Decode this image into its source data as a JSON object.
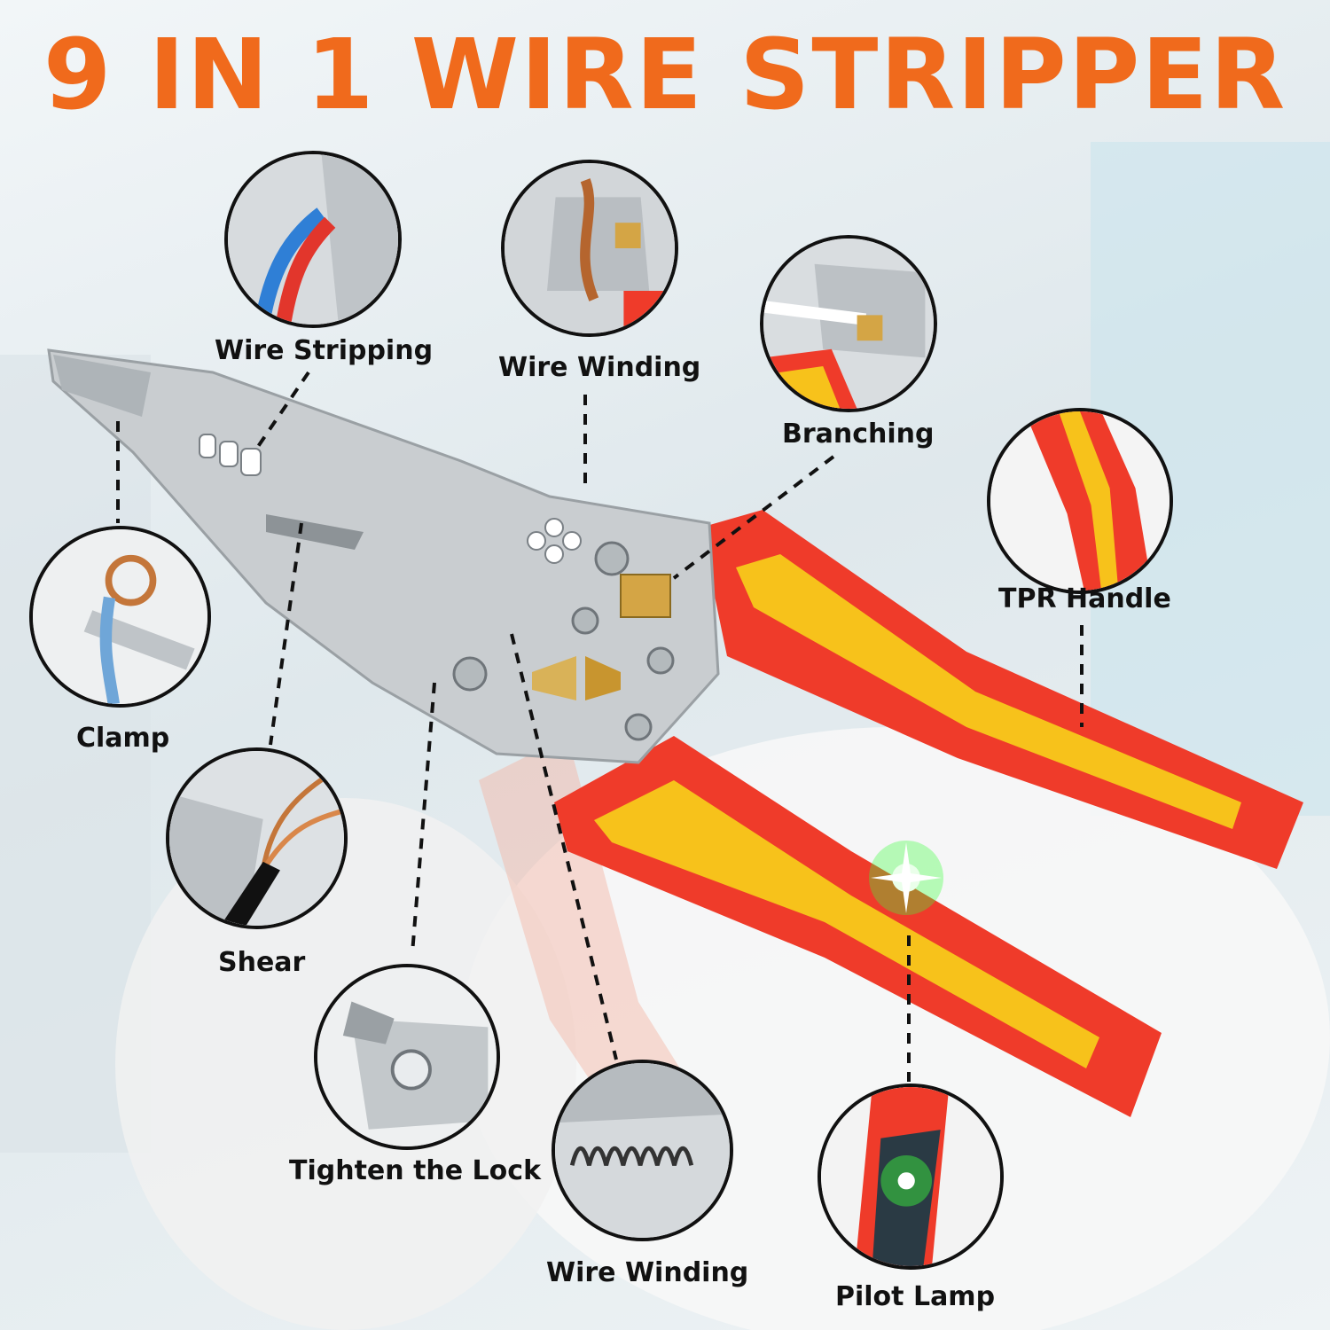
{
  "title": "9 IN 1 WIRE STRIPPER",
  "features": {
    "wire_stripping": "Wire Stripping",
    "wire_winding_top": "Wire Winding",
    "branching": "Branching",
    "tpr_handle": "TPR Handle",
    "clamp": "Clamp",
    "shear": "Shear",
    "tighten_lock": "Tighten the Lock",
    "wire_winding_bottom": "Wire Winding",
    "pilot_lamp": "Pilot Lamp"
  },
  "colors": {
    "title": "#f06a1c",
    "handle_red": "#ef3b2a",
    "handle_yellow": "#f7c21b",
    "lamp_green": "#3cff3c",
    "metal": "#c9cdd0"
  }
}
